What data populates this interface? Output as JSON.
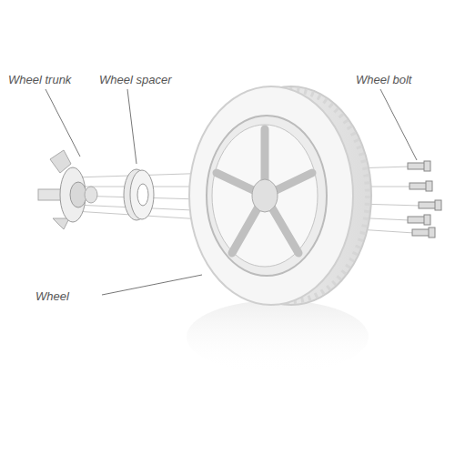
{
  "diagram": {
    "labels": [
      "Wheel trunk",
      "Wheel spacer",
      "Wheel bolt",
      "Wheel"
    ]
  }
}
